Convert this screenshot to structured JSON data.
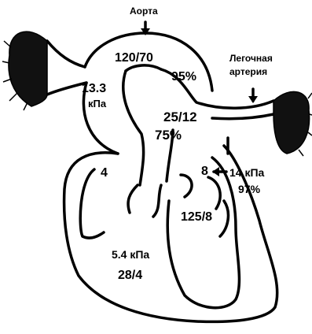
{
  "labels": {
    "aorta": "Аорта",
    "pulmonary_artery_line1": "Легочная",
    "pulmonary_artery_line2": "артерия",
    "aorta_pressure": "120/70",
    "aorta_saturation": "95%",
    "left_kpa_value": "13.3",
    "left_kpa_unit": "кПа",
    "pulm_pressure": "25/12",
    "pulm_saturation": "75%",
    "right_atrium": "4",
    "left_atrium": "8",
    "right_kpa": "14 кПа",
    "right_saturation": "97%",
    "left_ventricle": "125/8",
    "ventricle_kpa": "5.4 кПа",
    "right_ventricle": "28/4"
  },
  "colors": {
    "ink": "#000000",
    "background": "#ffffff"
  }
}
